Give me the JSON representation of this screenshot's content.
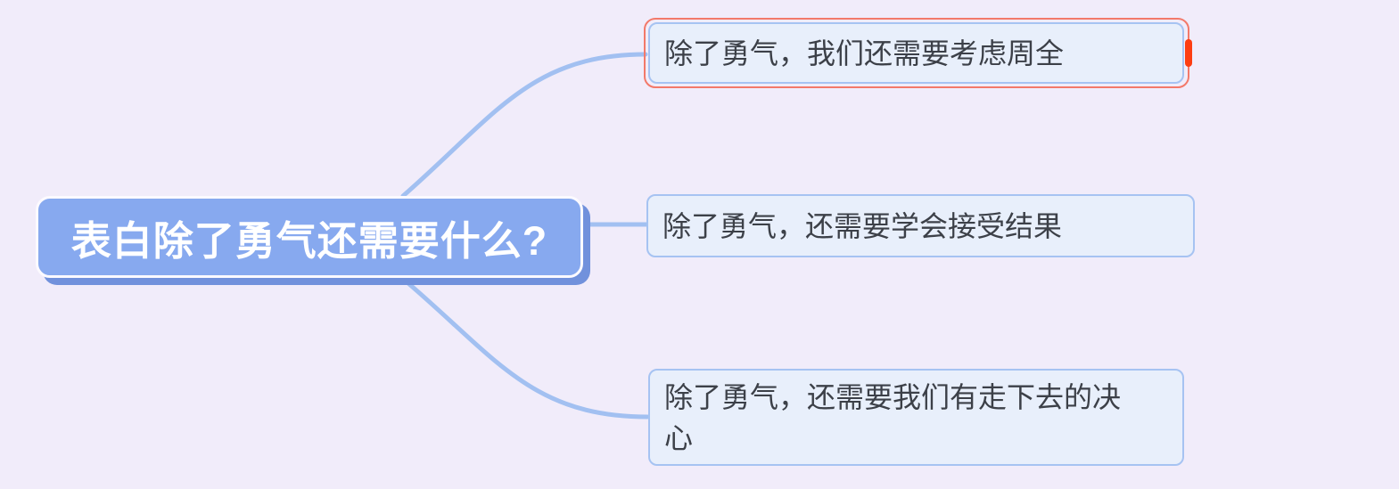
{
  "app": {
    "view": "mindmap-canvas"
  },
  "root_node": {
    "label": "表白除了勇气还需要什么?"
  },
  "branches": [
    {
      "label": "除了勇气，我们还需要考虑周全",
      "selected": true
    },
    {
      "label": "除了勇气，还需要学会接受结果",
      "selected": false
    },
    {
      "label": "除了勇气，还需要我们有走下去的决\n心",
      "selected": false
    }
  ],
  "colors": {
    "background": "#f1ecfa",
    "root_fill": "#87a9ef",
    "root_shadow": "#7191dc",
    "root_border": "#fcfaff",
    "root_text": "#ffffff",
    "branch_fill": "#e8effb",
    "branch_border": "#a6c3f2",
    "branch_text": "#3c4048",
    "connector": "#a2c0f1",
    "selection_border": "#f3796a",
    "selection_handle": "#fd3d12"
  }
}
